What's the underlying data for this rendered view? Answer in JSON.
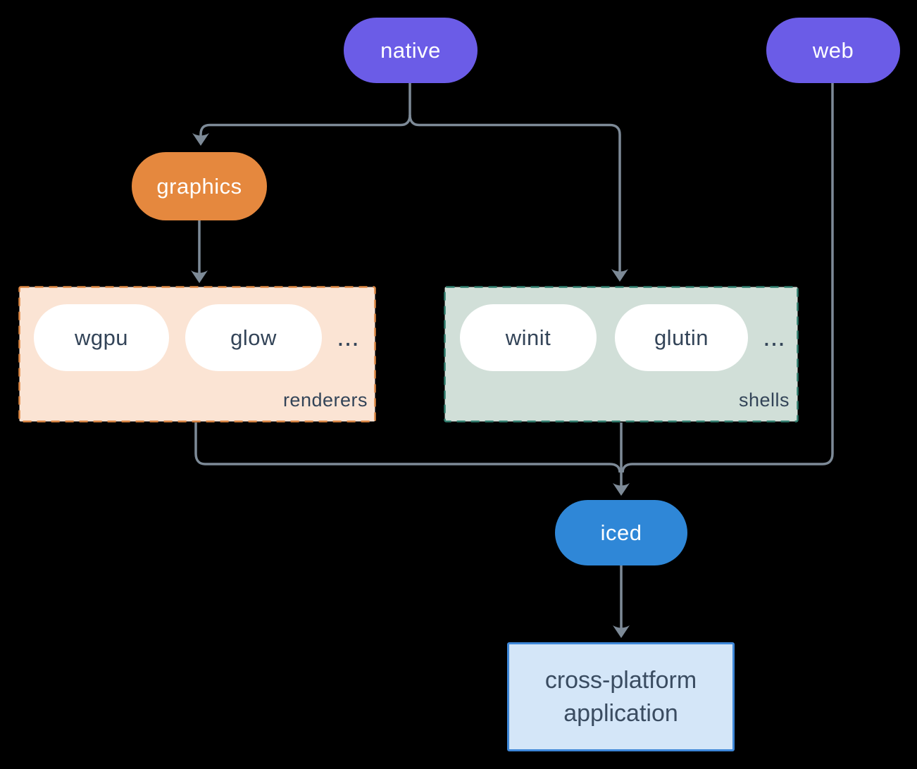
{
  "diagram": {
    "title_hint": "iced crate ecosystem diagram",
    "nodes": {
      "native": {
        "label": "native"
      },
      "web": {
        "label": "web"
      },
      "graphics": {
        "label": "graphics"
      },
      "iced": {
        "label": "iced"
      },
      "app": {
        "label": "cross-platform application"
      }
    },
    "groups": {
      "renderers": {
        "label": "renderers",
        "items": [
          "wgpu",
          "glow"
        ],
        "ellipsis": "..."
      },
      "shells": {
        "label": "shells",
        "items": [
          "winit",
          "glutin"
        ],
        "ellipsis": "..."
      }
    },
    "edges": [
      {
        "from": "native",
        "to": "graphics"
      },
      {
        "from": "native",
        "to": "shells"
      },
      {
        "from": "graphics",
        "to": "renderers"
      },
      {
        "from": "renderers",
        "to": "iced"
      },
      {
        "from": "shells",
        "to": "iced"
      },
      {
        "from": "web",
        "to": "iced"
      },
      {
        "from": "iced",
        "to": "app"
      }
    ],
    "colors": {
      "background": "#000000",
      "purple": "#6b5ce7",
      "orange": "#e5883e",
      "blue": "#2f87d7",
      "white_pill": "#ffffff",
      "renderers_fill": "#fbe4d4",
      "renderers_border": "#de8743",
      "shells_fill": "#d1dfd8",
      "shells_border": "#2f7d6d",
      "app_fill": "#d4e6f8",
      "app_border": "#3e87d8",
      "line": "#7d8a97",
      "dark_text": "#334458"
    }
  }
}
